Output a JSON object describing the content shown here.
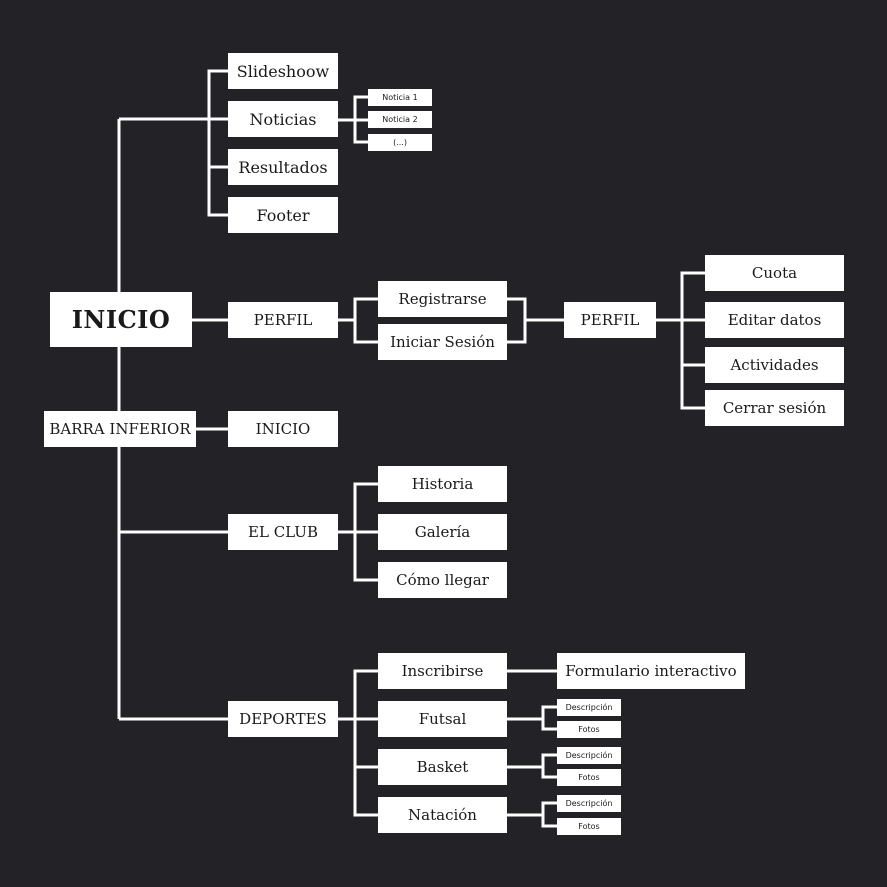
{
  "colors": {
    "background": "#232226",
    "node": "#ffffff",
    "text": "#1a1a1a",
    "line": "#ffffff"
  },
  "nodes": {
    "inicio": "INICIO",
    "slideshow": "Slideshoow",
    "noticias": "Noticias",
    "noticia1": "Noticia 1",
    "noticia2": "Noticia 2",
    "noticia_more": "(...)",
    "resultados": "Resultados",
    "footer": "Footer",
    "perfil": "PERFIL",
    "registrarse": "Registrarse",
    "iniciar_sesion": "Iniciar Sesión",
    "perfil2": "PERFIL",
    "cuota": "Cuota",
    "editar_datos": "Editar datos",
    "actividades": "Actividades",
    "cerrar_sesion": "Cerrar sesión",
    "barra_inferior": "BARRA INFERIOR",
    "inicio2": "INICIO",
    "el_club": "EL CLUB",
    "historia": "Historia",
    "galeria": "Galería",
    "como_llegar": "Cómo llegar",
    "deportes": "DEPORTES",
    "inscribirse": "Inscribirse",
    "formulario": "Formulario interactivo",
    "futsal": "Futsal",
    "basket": "Basket",
    "natacion": "Natación",
    "futsal_desc": "Descripción",
    "futsal_fotos": "Fotos",
    "basket_desc": "Descripción",
    "basket_fotos": "Fotos",
    "natacion_desc": "Descripción",
    "natacion_fotos": "Fotos"
  }
}
